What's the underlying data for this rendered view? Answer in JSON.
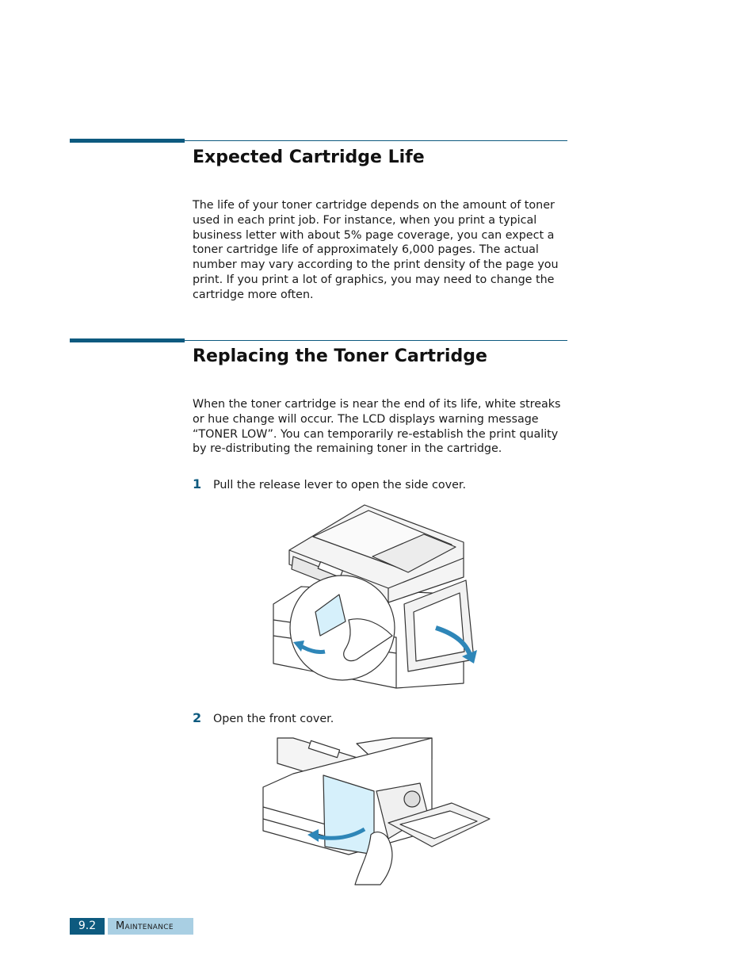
{
  "sections": [
    {
      "title": "Expected Cartridge Life",
      "body": "The life of your toner cartridge depends on the amount of toner used in each print job. For instance, when you print a typical business letter with about 5% page coverage, you can expect a toner cartridge life of approximately 6,000 pages. The actual number may vary according to the print density of the page you print. If you print a lot of graphics, you may need to change the cartridge more often."
    },
    {
      "title": "Replacing the Toner Cartridge",
      "body": "When the toner cartridge is near the end of its life, white streaks or hue change will occur. The LCD displays warning message “TONER LOW”. You can temporarily re-establish the print quality by re-distributing the remaining toner in the cartridge."
    }
  ],
  "steps": [
    {
      "number": "1",
      "text": "Pull the release lever to open the side cover."
    },
    {
      "number": "2",
      "text": "Open the front cover."
    }
  ],
  "footer": {
    "page_number": "9.2",
    "chapter": "Maintenance"
  },
  "colors": {
    "accent": "#0d5a7f",
    "footer_tab": "#a9cfe3",
    "illustration_fill": "#d6f0fb",
    "arrow": "#2e86b8"
  }
}
